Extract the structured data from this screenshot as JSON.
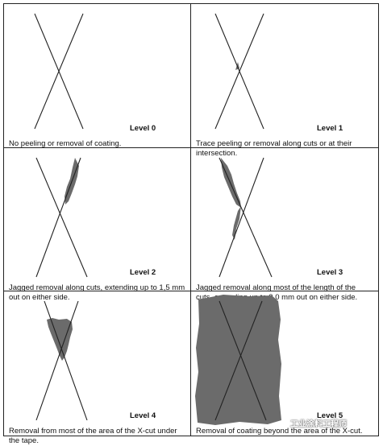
{
  "levels": [
    {
      "label": "Level 0",
      "description": "No peeling or removal of coating."
    },
    {
      "label": "Level 1",
      "description": "Trace peeling or removal along cuts or at their intersection."
    },
    {
      "label": "Level 2",
      "description": "Jagged removal along cuts, extending up to 1,5 mm out on either side."
    },
    {
      "label": "Level 3",
      "description": "Jagged removal along most of the length of the cuts, extending up to 3,0 mm out on either side."
    },
    {
      "label": "Level 4",
      "description": "Removal from most of the area of the X-cut under the tape."
    },
    {
      "label": "Level 5",
      "description": "Removal of coating beyond the area of the X-cut."
    }
  ],
  "watermark": "工业涂料工程师",
  "colors": {
    "line": "#222222",
    "peel": "#6b6b6b"
  }
}
